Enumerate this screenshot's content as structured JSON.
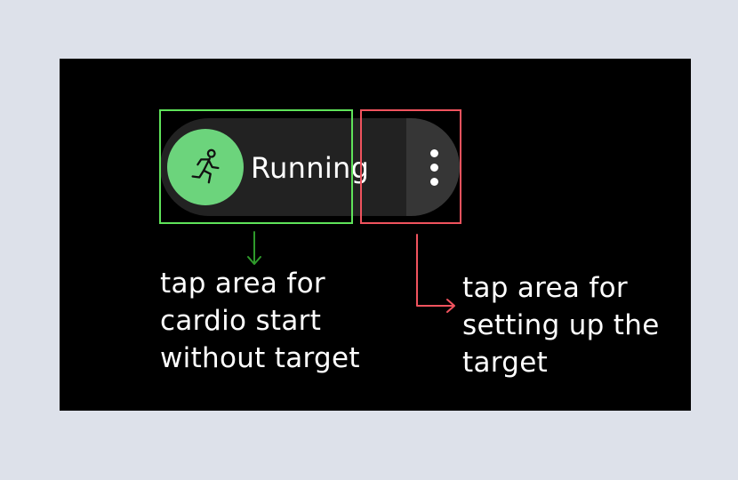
{
  "workout_item": {
    "label": "Running",
    "icon": "running-person-icon",
    "more_icon": "more-vertical-icon"
  },
  "annotations": {
    "start_area": "tap area for\ncardio start\nwithout target",
    "target_area": "tap area for\nsetting up the\ntarget"
  },
  "colors": {
    "icon_circle": "#6cd47c",
    "start_area_outline": "#5fe35a",
    "start_area_arrow": "#2f9a2b",
    "target_area_outline": "#f0535e",
    "pill_background": "#222222",
    "more_zone_background": "#363636"
  }
}
